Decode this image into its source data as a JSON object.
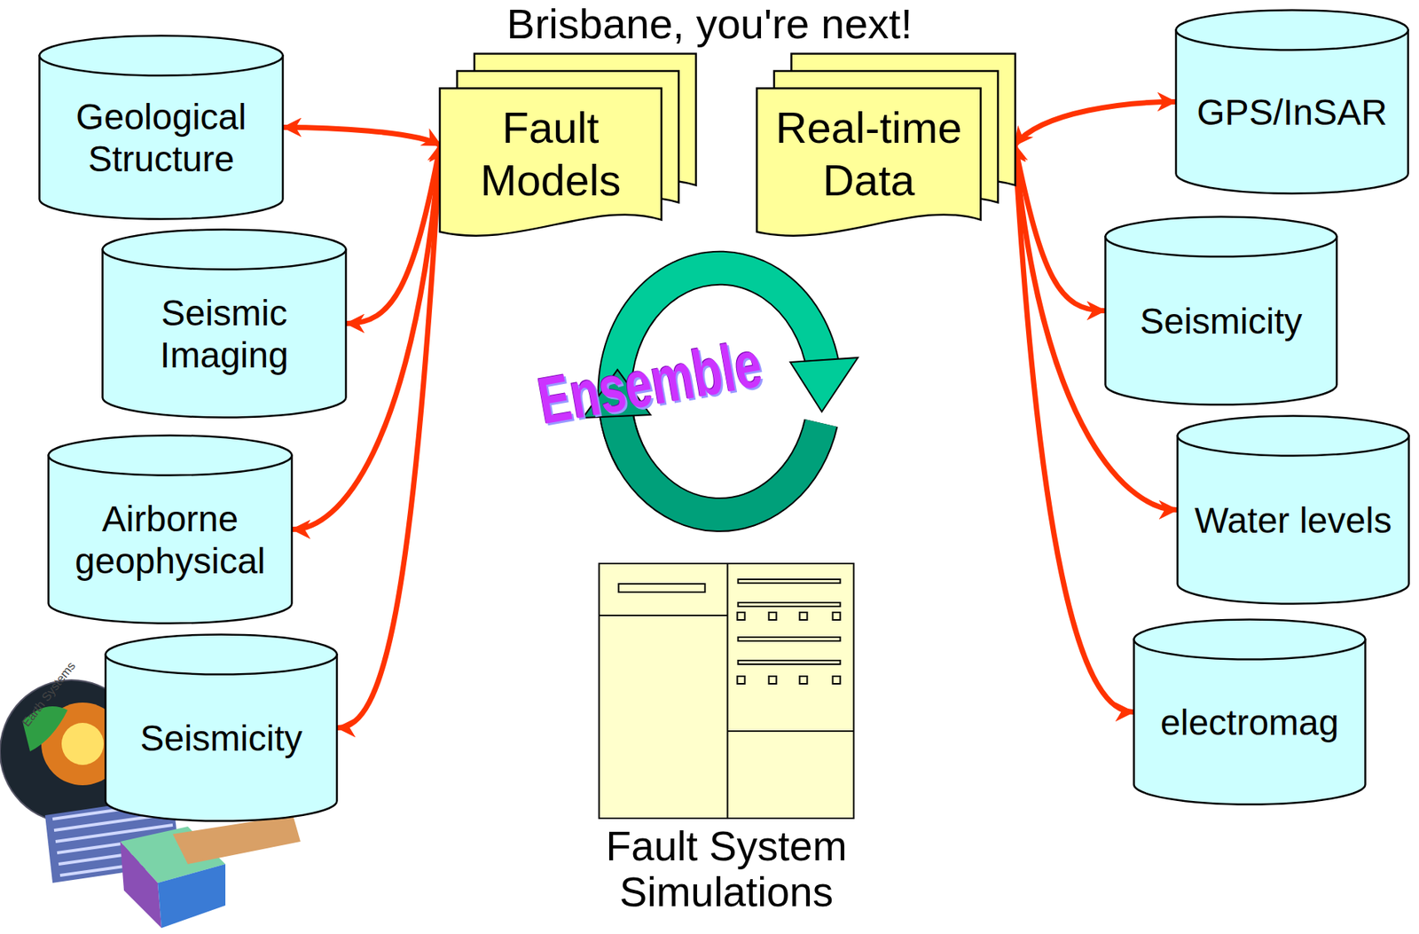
{
  "diagram": {
    "title": "Brisbane, you're next!",
    "nodes": [
      {
        "text": [
          "Geological Structure"
        ]
      },
      {
        "text": [
          "Fault Models"
        ]
      },
      {
        "text": [
          "Real-time Data"
        ]
      },
      {
        "text": [
          "GPS/InSAR"
        ]
      },
      {
        "text": [
          "Seismic Imaging"
        ]
      },
      {
        "text": [
          "Seismicity"
        ]
      },
      {
        "text": [
          "Airborne geophysical"
        ]
      },
      {
        "text": [
          "Water levels"
        ]
      },
      {
        "text": [
          "Seismicity"
        ]
      },
      {
        "text": [
          "electromag"
        ]
      },
      {
        "text": [
          "Fault System Simulations"
        ]
      }
    ],
    "edges": [
      {
        "from": 1,
        "to": 0,
        "arrow": "both"
      },
      {
        "from": 1,
        "to": 4,
        "arrow": "both"
      },
      {
        "from": 1,
        "to": 6,
        "arrow": "both"
      },
      {
        "from": 1,
        "to": 8,
        "arrow": "both"
      },
      {
        "from": 2,
        "to": 3,
        "arrow": "both"
      },
      {
        "from": 2,
        "to": 5,
        "arrow": "both"
      },
      {
        "from": 2,
        "to": 7,
        "arrow": "both"
      },
      {
        "from": 2,
        "to": 9,
        "arrow": "both"
      }
    ],
    "labels": [
      "Ensemble",
      "Earth Systems"
    ]
  }
}
